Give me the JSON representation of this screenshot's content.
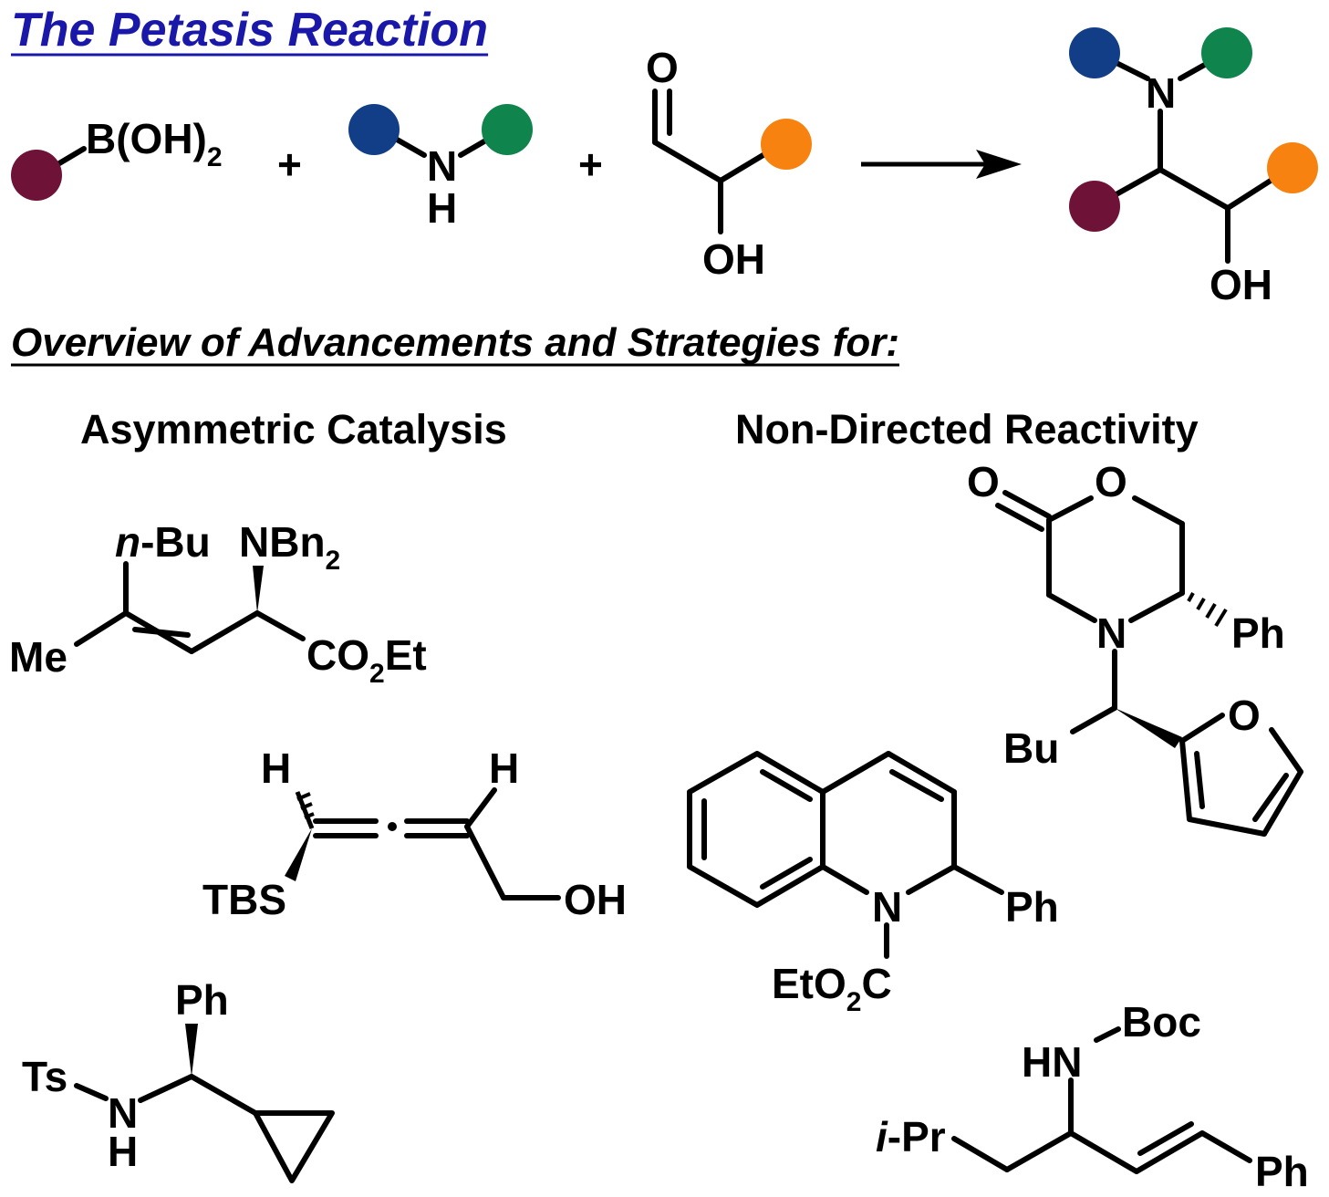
{
  "title": "The Petasis Reaction",
  "overview_heading": "Overview of Advancements and Strategies for:",
  "columns": {
    "left": "Asymmetric Catalysis",
    "right": "Non-Directed Reactivity"
  },
  "colors": {
    "title_blue": "#1a18a8",
    "maroon": "#6e1238",
    "blue": "#113e86",
    "green": "#0f844c",
    "orange": "#f7820f"
  },
  "scheme": {
    "boronic_acid": {
      "atom": "B(OH)",
      "subscript": "2"
    },
    "plus": "+",
    "amine": {
      "n": "N",
      "h": "H"
    },
    "aldehyde": {
      "o": "O",
      "oh": "OH"
    },
    "product": {
      "n": "N",
      "oh": "OH"
    }
  },
  "molecules": {
    "amino_ester": {
      "nbu": "-Bu",
      "nbu_italic": "n",
      "nbn": "NBn",
      "nbn_sub": "2",
      "me": "Me",
      "co": "CO",
      "co_sub": "2",
      "et": "Et"
    },
    "allene": {
      "h_left": "H",
      "h_right": "H",
      "tbs": "TBS",
      "oh": "OH"
    },
    "sulfonamide": {
      "ph": "Ph",
      "ts": "Ts",
      "n": "N",
      "h": "H"
    },
    "morpholinone": {
      "o_carbonyl": "O",
      "o_ring": "O",
      "n": "N",
      "ph": "Ph",
      "bu": "Bu",
      "o_furan": "O"
    },
    "dihydroquinoline": {
      "n": "N",
      "ph": "Ph",
      "eto": "EtO",
      "eto_sub": "2",
      "c": "C"
    },
    "carbamate": {
      "boc": "Boc",
      "hn": "HN",
      "ipr_italic": "i",
      "ipr": "-Pr",
      "ph": "Ph"
    }
  }
}
